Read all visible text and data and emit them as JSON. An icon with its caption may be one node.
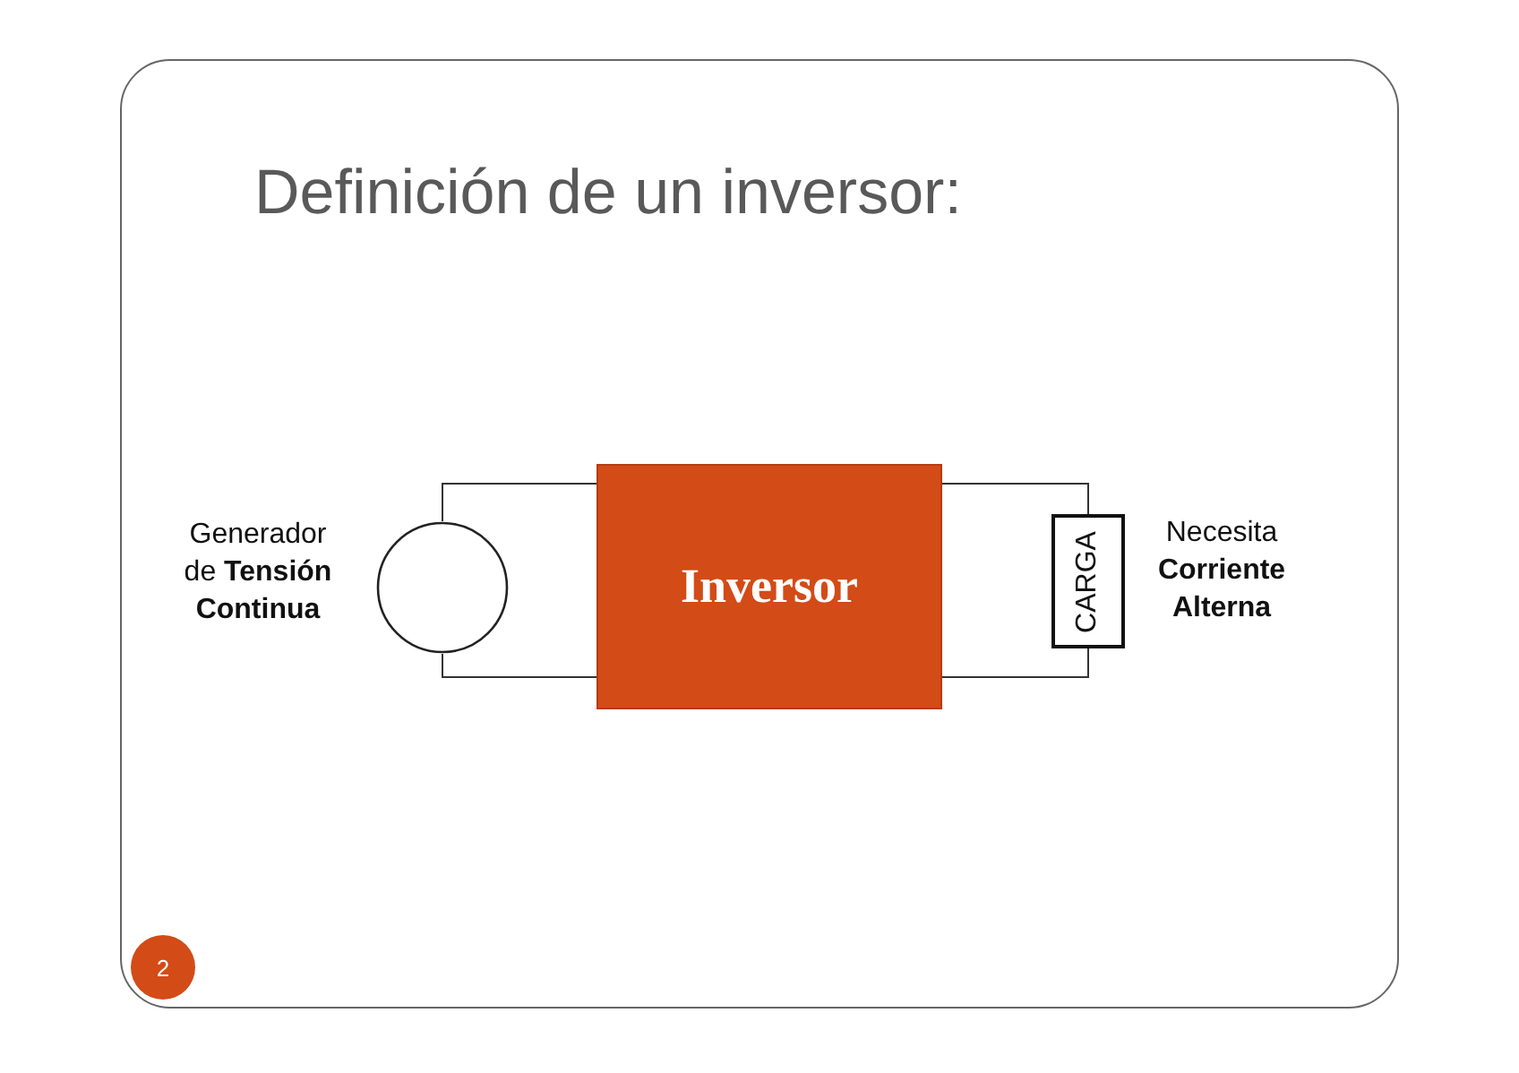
{
  "diagram": {
    "title": "Definición de un inversor:",
    "nodes": [
      {
        "text": [],
        "shape": "circle",
        "beside": [
          "Generador de **Tensión Continua**"
        ]
      },
      {
        "text": [
          "Inversor"
        ]
      },
      {
        "text": [
          "CARGA"
        ],
        "beside": [
          "Necesita **Corriente Alterna**"
        ]
      }
    ],
    "edges": [
      {
        "from": 0,
        "to": 1,
        "arrow": "none"
      },
      {
        "from": 0,
        "to": 1,
        "arrow": "none"
      },
      {
        "from": 1,
        "to": 2,
        "arrow": "none"
      },
      {
        "from": 1,
        "to": 2,
        "arrow": "none"
      }
    ],
    "labels": [
      "2"
    ]
  }
}
